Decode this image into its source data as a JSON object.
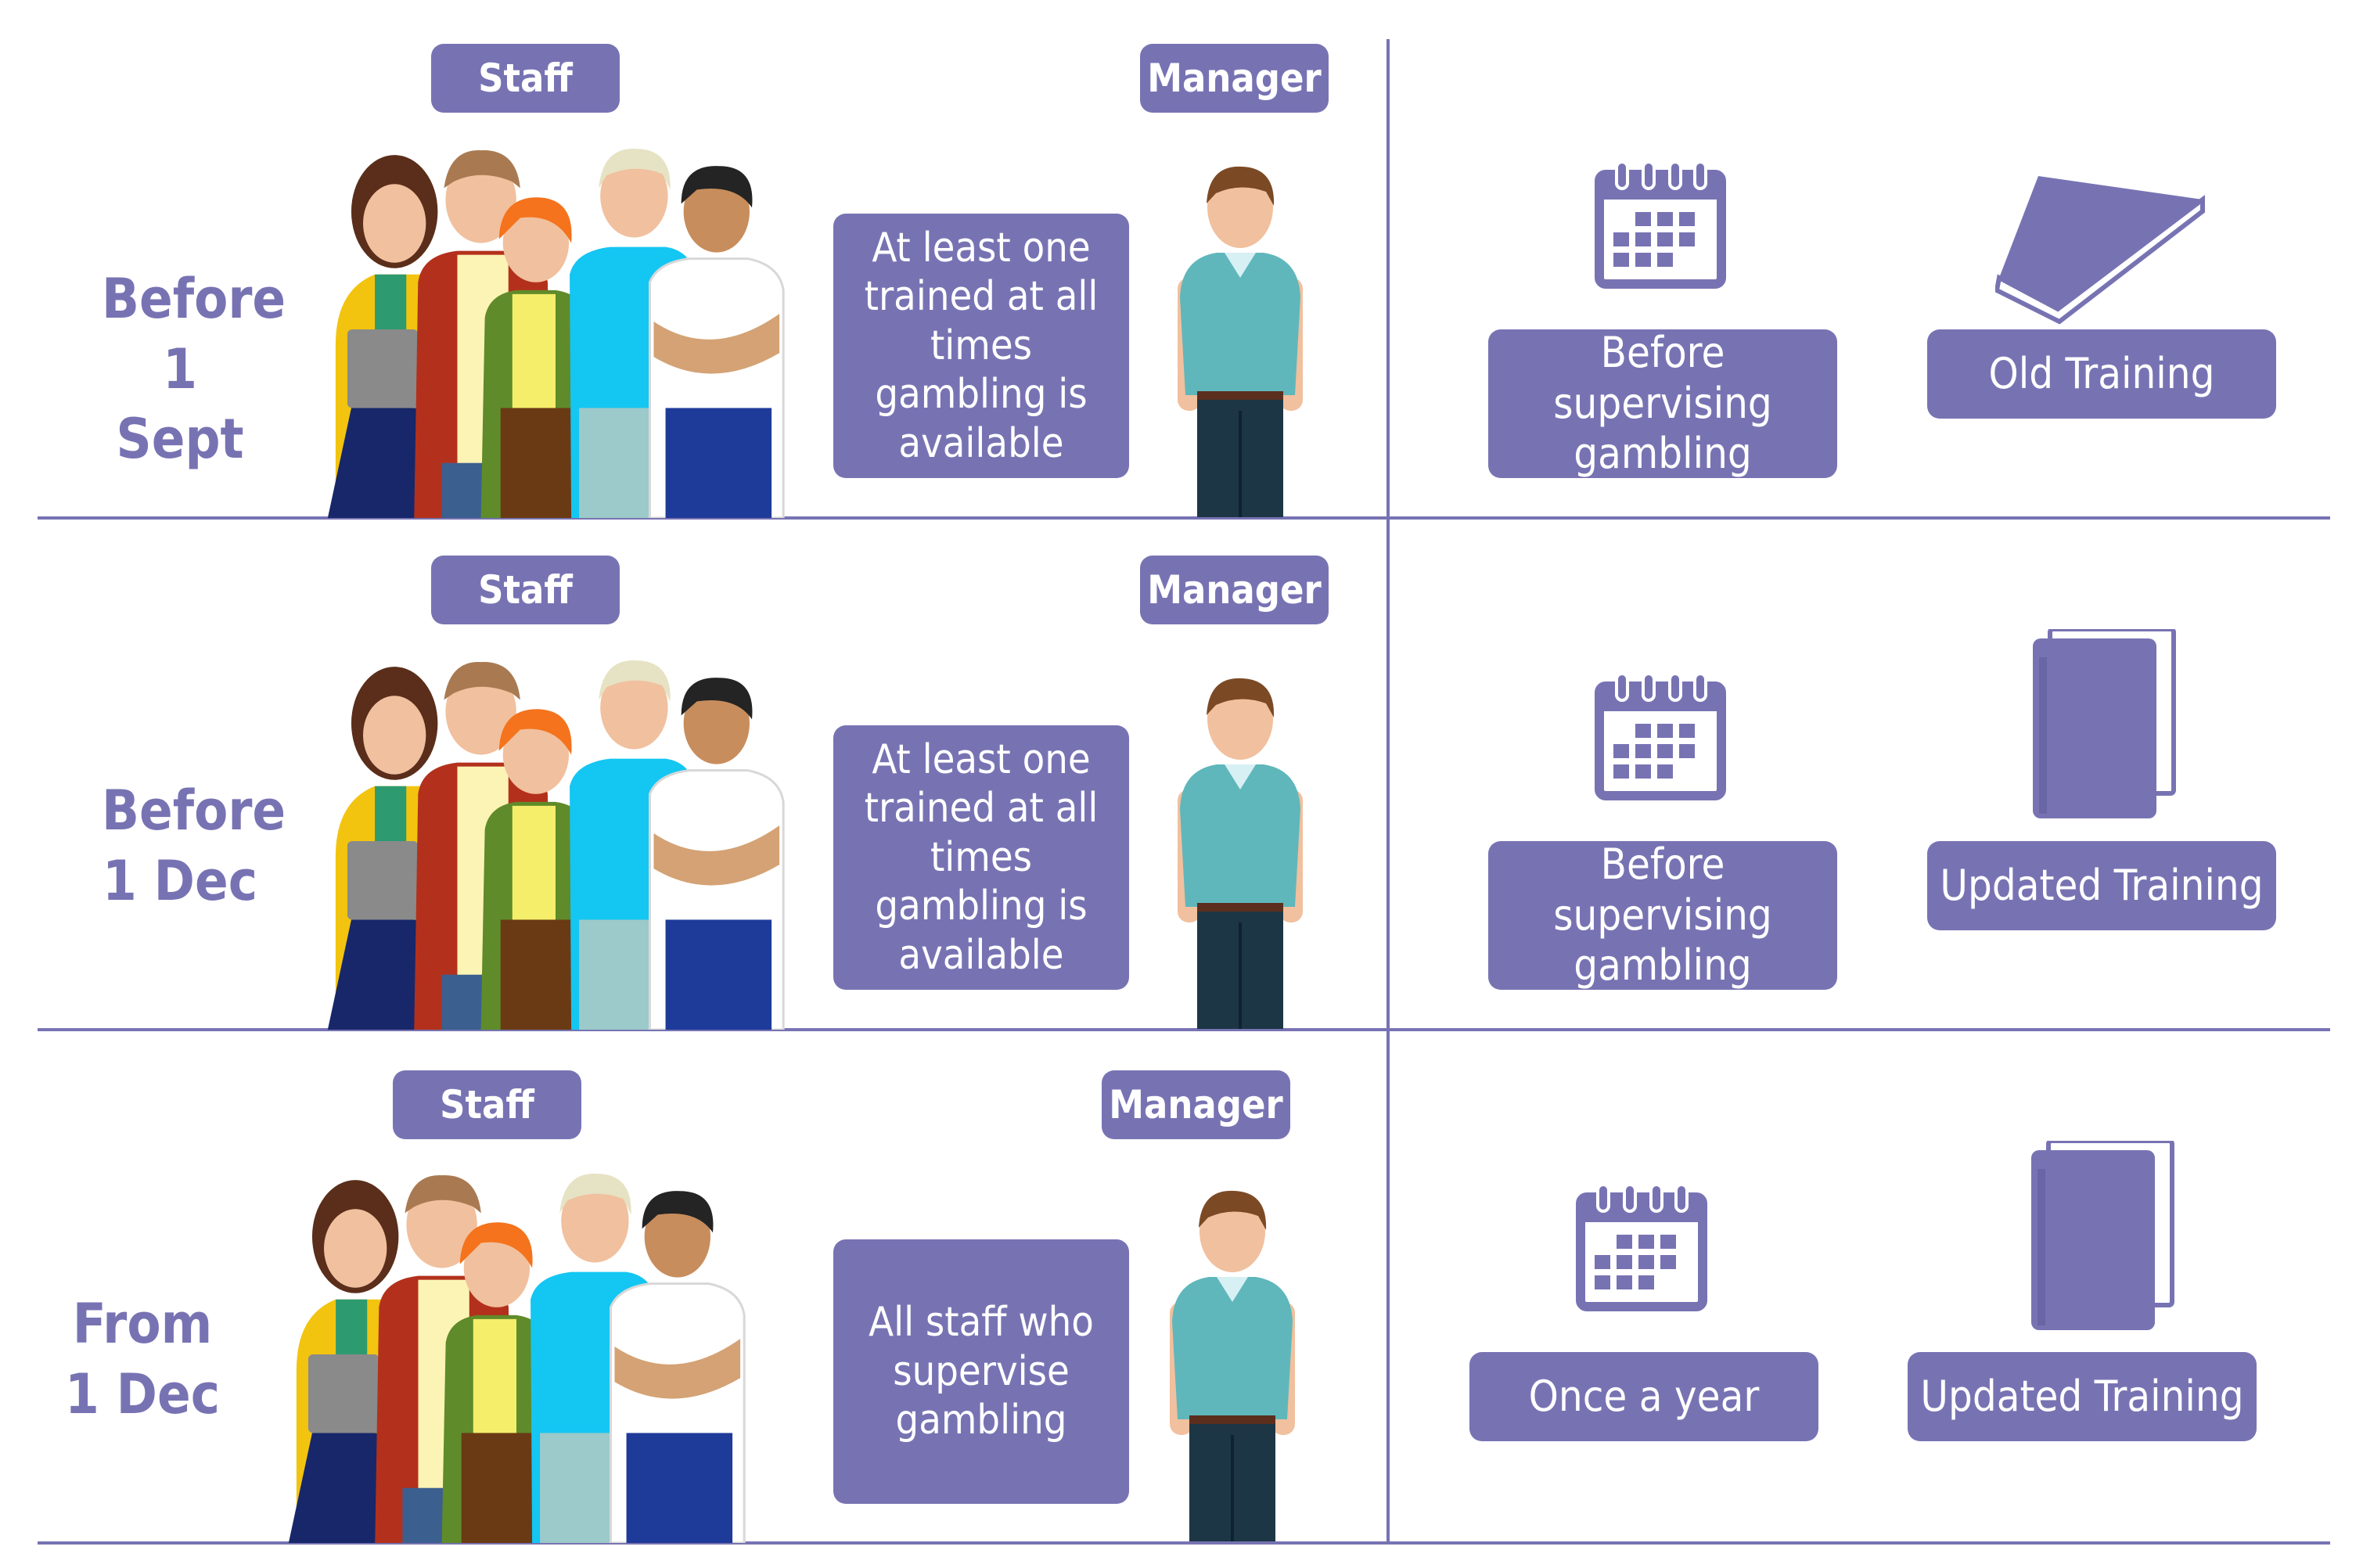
{
  "colors": {
    "accent": "#7773b3",
    "text_on_accent": "#ffffff",
    "background": "#ffffff"
  },
  "rows": [
    {
      "label_line1": "Before",
      "label_line2": "1 Sept",
      "staff_tag": "Staff",
      "manager_tag": "Manager",
      "requirement": "At least one trained at all times gambling is available",
      "frequency_icon": "calendar-icon",
      "frequency_label": "Before supervising gambling",
      "training_icon": "book-lying-icon",
      "training_label": "Old Training"
    },
    {
      "label_line1": "Before",
      "label_line2": "1 Dec",
      "staff_tag": "Staff",
      "manager_tag": "Manager",
      "requirement": "At least one trained at all times gambling is available",
      "frequency_icon": "calendar-icon",
      "frequency_label": "Before supervising gambling",
      "training_icon": "book-standing-icon",
      "training_label": "Updated Training"
    },
    {
      "label_line1": "From",
      "label_line2": "1 Dec",
      "staff_tag": "Staff",
      "manager_tag": "Manager",
      "requirement": "All staff who supervise gambling",
      "frequency_icon": "calendar-icon",
      "frequency_label": "Once a year",
      "training_icon": "book-standing-icon",
      "training_label": "Updated Training"
    }
  ]
}
